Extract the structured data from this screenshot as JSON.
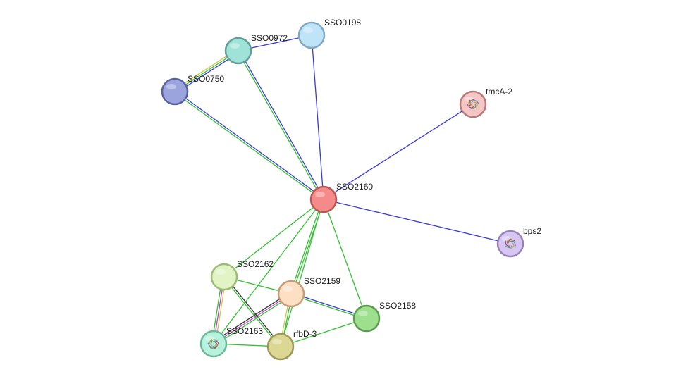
{
  "network": {
    "nodes": [
      {
        "id": "SSO2160",
        "label": "SSO2160",
        "fill": "#f58a8a",
        "stroke": "#b95656",
        "glyph": "none"
      },
      {
        "id": "SSO0198",
        "label": "SSO0198",
        "fill": "#bfe4f7",
        "stroke": "#7fa8c2",
        "glyph": "none"
      },
      {
        "id": "SSO0972",
        "label": "SSO0972",
        "fill": "#9fe3d8",
        "stroke": "#5f9f96",
        "glyph": "none"
      },
      {
        "id": "SSO0750",
        "label": "SSO0750",
        "fill": "#9ca4de",
        "stroke": "#5a61a0",
        "glyph": "none"
      },
      {
        "id": "tmcA-2",
        "label": "tmcA-2",
        "fill": "#f4c6c6",
        "stroke": "#b87b7b",
        "glyph": "protein-structure-icon"
      },
      {
        "id": "bps2",
        "label": "bps2",
        "fill": "#d7c6f4",
        "stroke": "#9682b8",
        "glyph": "protein-structure-icon"
      },
      {
        "id": "SSO2162",
        "label": "SSO2162",
        "fill": "#e1f5c4",
        "stroke": "#9fbb78",
        "glyph": "none"
      },
      {
        "id": "SSO2159",
        "label": "SSO2159",
        "fill": "#fde0c4",
        "stroke": "#c69c78",
        "glyph": "none"
      },
      {
        "id": "SSO2158",
        "label": "SSO2158",
        "fill": "#9edf8e",
        "stroke": "#5c9c50",
        "glyph": "none"
      },
      {
        "id": "SSO2163",
        "label": "SSO2163",
        "fill": "#b6f2dd",
        "stroke": "#6cb89a",
        "glyph": "protein-structure-icon"
      },
      {
        "id": "rfbD-3",
        "label": "rfbD-3",
        "fill": "#dcd893",
        "stroke": "#9c9756",
        "glyph": "none"
      }
    ],
    "edges": [
      {
        "source": "SSO2160",
        "target": "SSO0198",
        "colors": [
          "#3a3ad8"
        ]
      },
      {
        "source": "SSO2160",
        "target": "SSO0972",
        "colors": [
          "#33c033",
          "#3a3ad8"
        ]
      },
      {
        "source": "SSO2160",
        "target": "SSO0750",
        "colors": [
          "#33c033",
          "#3a3ad8"
        ]
      },
      {
        "source": "SSO2160",
        "target": "tmcA-2",
        "colors": [
          "#3a3ad8"
        ]
      },
      {
        "source": "SSO2160",
        "target": "bps2",
        "colors": [
          "#3a3ad8"
        ]
      },
      {
        "source": "SSO2160",
        "target": "SSO2162",
        "colors": [
          "#33c033"
        ]
      },
      {
        "source": "SSO2160",
        "target": "SSO2159",
        "colors": [
          "#33c033",
          "#33c033"
        ]
      },
      {
        "source": "SSO2160",
        "target": "SSO2158",
        "colors": [
          "#33c033"
        ]
      },
      {
        "source": "SSO2160",
        "target": "SSO2163",
        "colors": [
          "#33c033"
        ]
      },
      {
        "source": "SSO2160",
        "target": "rfbD-3",
        "colors": [
          "#33c033"
        ]
      },
      {
        "source": "SSO0972",
        "target": "SSO0198",
        "colors": [
          "#3a3ad8"
        ]
      },
      {
        "source": "SSO0972",
        "target": "SSO0750",
        "colors": [
          "#3a3ad8",
          "#33c033",
          "#c8c850"
        ]
      },
      {
        "source": "SSO2162",
        "target": "SSO2163",
        "colors": [
          "#c8c850",
          "#c040c0",
          "#33c033"
        ]
      },
      {
        "source": "SSO2162",
        "target": "rfbD-3",
        "colors": [
          "#333333",
          "#33c033"
        ]
      },
      {
        "source": "SSO2162",
        "target": "SSO2159",
        "colors": [
          "#33c033"
        ]
      },
      {
        "source": "SSO2159",
        "target": "SSO2163",
        "colors": [
          "#33c033",
          "#c040c0",
          "#333333"
        ]
      },
      {
        "source": "SSO2159",
        "target": "rfbD-3",
        "colors": [
          "#33c033",
          "#c8c850"
        ]
      },
      {
        "source": "SSO2159",
        "target": "SSO2158",
        "colors": [
          "#3a3ad8",
          "#33c033"
        ]
      },
      {
        "source": "SSO2163",
        "target": "rfbD-3",
        "colors": [
          "#33c033"
        ]
      },
      {
        "source": "rfbD-3",
        "target": "SSO2158",
        "colors": [
          "#33c033"
        ]
      }
    ]
  }
}
